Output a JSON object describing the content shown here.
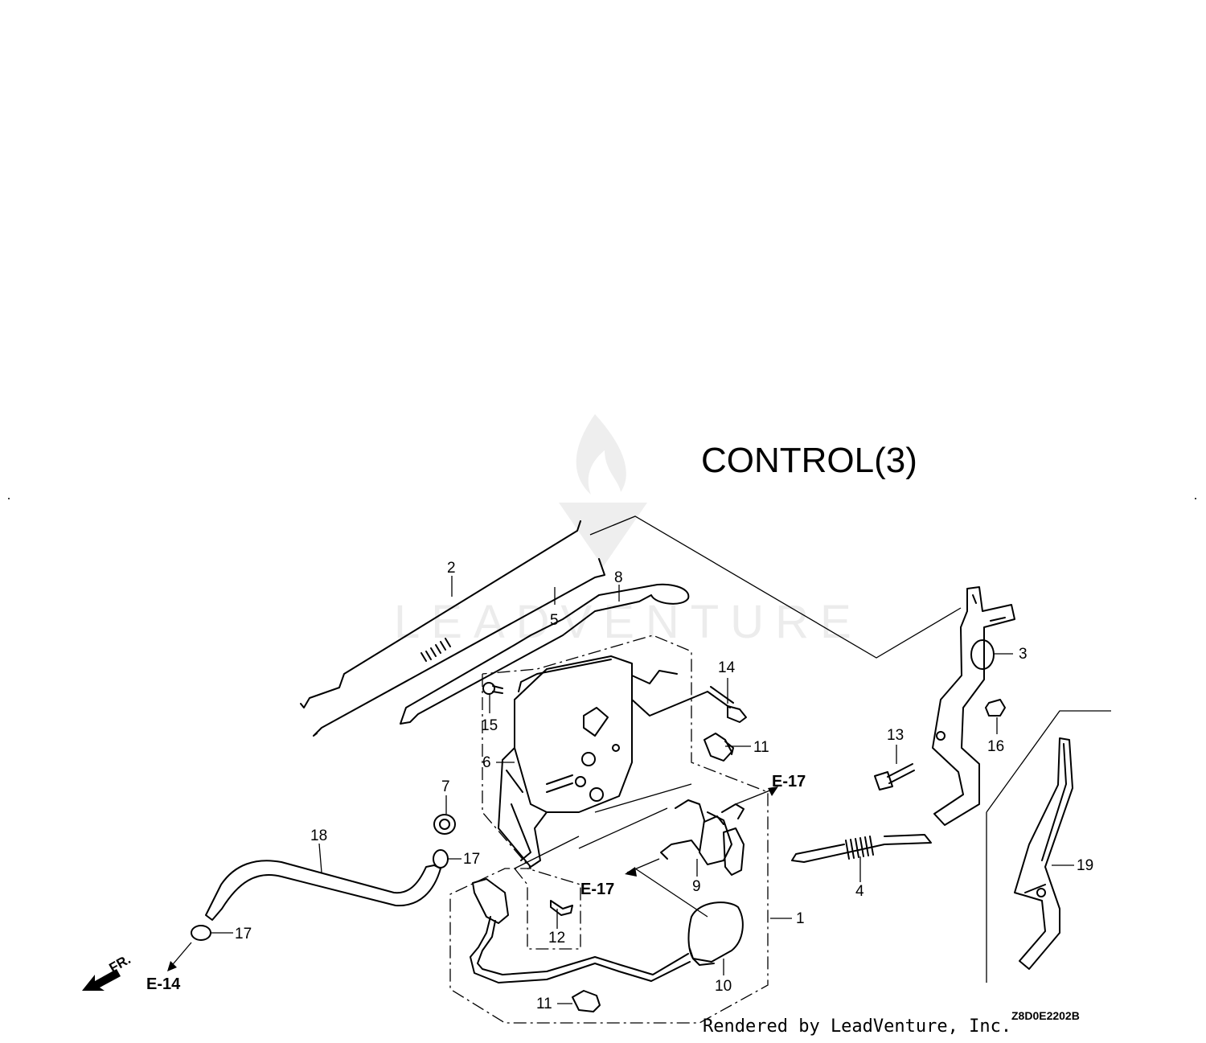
{
  "title": "CONTROL(3)",
  "watermark": "LEADVENTURE",
  "credit": "Rendered by LeadVenture, Inc.",
  "diagram_code": "Z8D0E2202B",
  "direction_label": "FR.",
  "callouts": {
    "c1": "1",
    "c2": "2",
    "c3": "3",
    "c4": "4",
    "c5": "5",
    "c6": "6",
    "c7": "7",
    "c8": "8",
    "c9": "9",
    "c10": "10",
    "c11a": "11",
    "c11b": "11",
    "c12": "12",
    "c13": "13",
    "c14": "14",
    "c15": "15",
    "c16": "16",
    "c17a": "17",
    "c17b": "17",
    "c18": "18",
    "c19": "19"
  },
  "refs": {
    "e17a": "E-17",
    "e17b": "E-17",
    "e14": "E-14"
  }
}
